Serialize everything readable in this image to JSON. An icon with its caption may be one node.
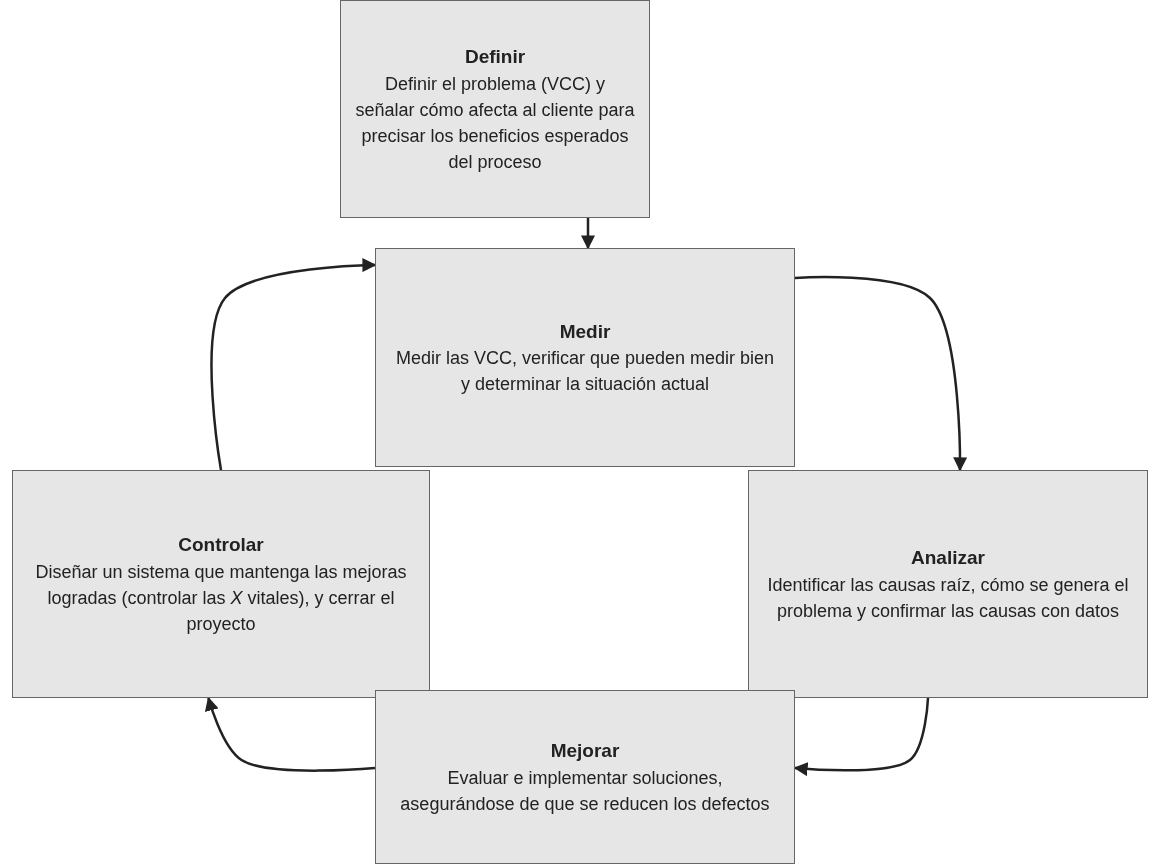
{
  "diagram": {
    "nodes": [
      {
        "text": [
          "Definir",
          "Definir el problema (VCC) y señalar cómo afecta al cliente para precisar los beneficios esperados del proceso"
        ]
      },
      {
        "text": [
          "Medir",
          "Medir las VCC, verificar que pueden medir bien y determinar la situación actual"
        ]
      },
      {
        "text": [
          "Controlar",
          "Diseñar un sistema que mantenga las mejoras logradas (controlar las *X* vitales), y cerrar el proyecto"
        ]
      },
      {
        "text": [
          "Analizar",
          "Identificar las causas raíz, cómo se genera el problema y confirmar las causas con datos"
        ]
      },
      {
        "text": [
          "Mejorar",
          "Evaluar e implementar soluciones, asegurándose de que se reducen los defectos"
        ]
      }
    ],
    "edges": [
      {
        "from": 0,
        "to": 1,
        "arrow": "to"
      },
      {
        "from": 1,
        "to": 3,
        "arrow": "to"
      },
      {
        "from": 3,
        "to": 4,
        "arrow": "to"
      },
      {
        "from": 4,
        "to": 2,
        "arrow": "to"
      },
      {
        "from": 2,
        "to": 1,
        "arrow": "to"
      }
    ]
  }
}
